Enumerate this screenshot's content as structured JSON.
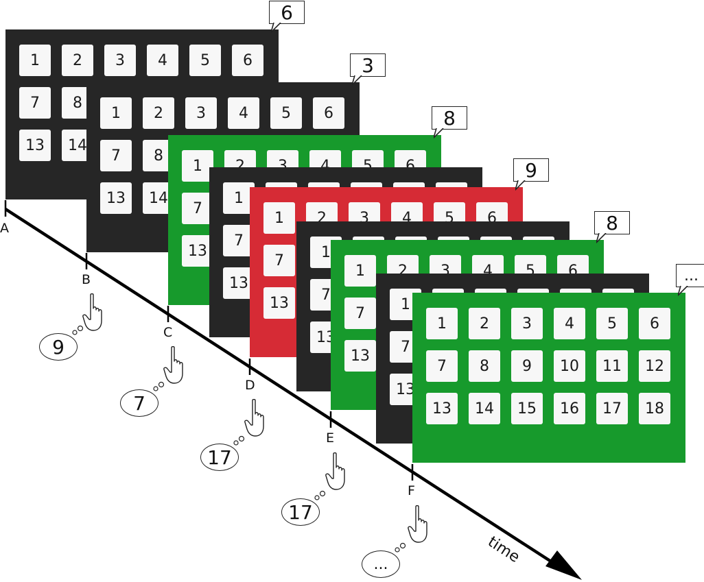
{
  "cells": [
    "1",
    "2",
    "3",
    "4",
    "5",
    "6",
    "7",
    "8",
    "9",
    "10",
    "11",
    "12",
    "13",
    "14",
    "15",
    "16",
    "17",
    "18"
  ],
  "panels": [
    {
      "id": "A",
      "color": "dark",
      "callout": "6"
    },
    {
      "id": "B",
      "color": "dark",
      "callout": "3"
    },
    {
      "id": "C",
      "color": "green",
      "callout": "8"
    },
    {
      "id": "C2",
      "color": "dark",
      "callout": ""
    },
    {
      "id": "D",
      "color": "red",
      "callout": "9"
    },
    {
      "id": "D2",
      "color": "dark",
      "callout": ""
    },
    {
      "id": "E",
      "color": "green",
      "callout": "8"
    },
    {
      "id": "E2",
      "color": "dark",
      "callout": ""
    },
    {
      "id": "F",
      "color": "green",
      "callout": "..."
    }
  ],
  "markers": [
    {
      "label": "A",
      "thought": ""
    },
    {
      "label": "B",
      "thought": "9"
    },
    {
      "label": "C",
      "thought": "7"
    },
    {
      "label": "D",
      "thought": "17"
    },
    {
      "label": "E",
      "thought": "17"
    },
    {
      "label": "F",
      "thought": "..."
    }
  ],
  "axis_label": "time",
  "colors": {
    "dark": "#262626",
    "green": "#179a2c",
    "red": "#d62b35",
    "cell": "#f7f7f7"
  }
}
